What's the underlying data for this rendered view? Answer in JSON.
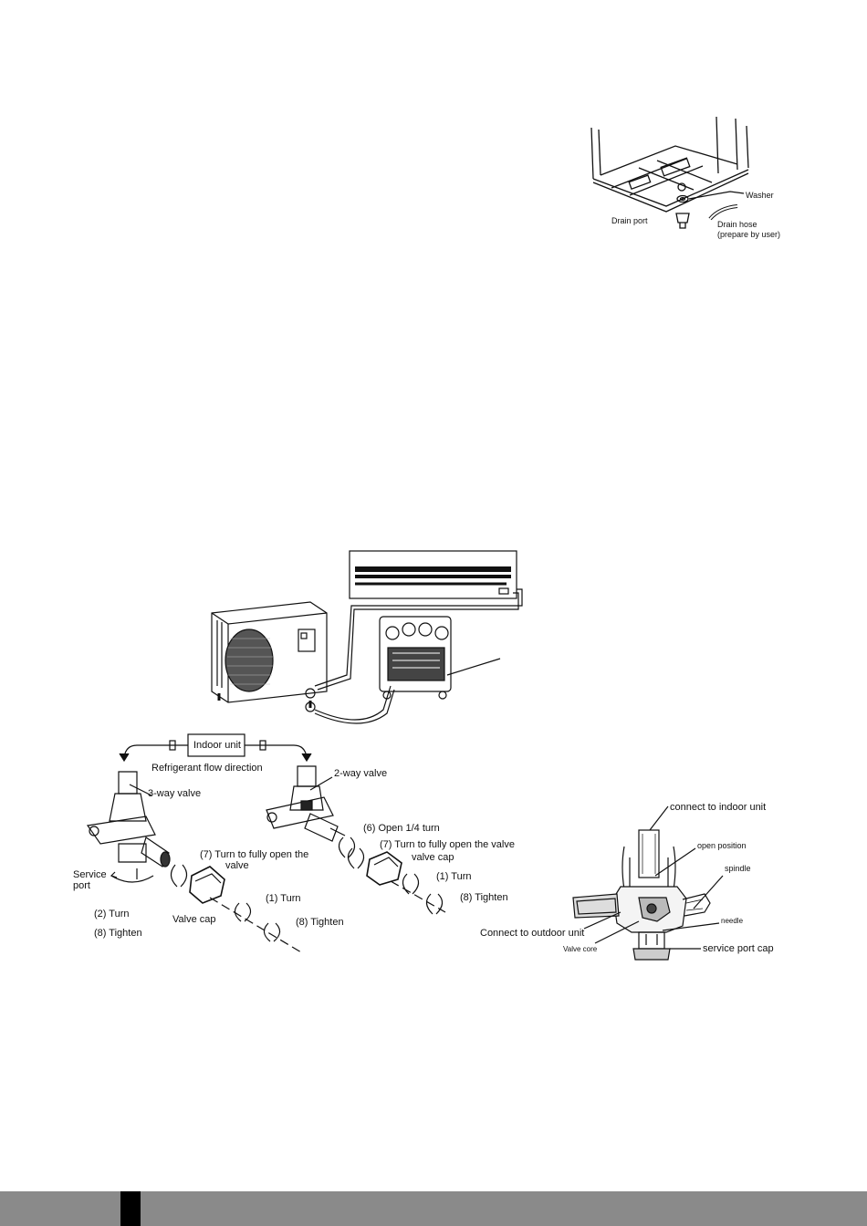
{
  "drain_figure": {
    "washer_label": "Washer",
    "drain_port_label": "Drain port",
    "drain_hose_label": "Drain hose",
    "drain_hose_note": "(prepare by user)"
  },
  "valve_figure": {
    "indoor_unit_label": "Indoor unit",
    "flow_direction_label": "Refrigerant flow direction",
    "three_way_valve_label": "3-way valve",
    "two_way_valve_label": "2-way valve",
    "service_port_label_1": "Service",
    "service_port_label_2": "port",
    "turn_2_label": "(2) Turn",
    "tighten_8_left_label": "(8) Tighten",
    "valve_cap_left_label": "Valve cap",
    "turn_open_left_label_1": "(7) Turn to fully open the",
    "turn_open_left_label_2": "valve",
    "turn_1_left_label": "(1) Turn",
    "tighten_8_mid_label": "(8) Tighten",
    "open_quarter_label": "(6) Open 1/4 turn",
    "turn_open_right_label": "(7) Turn to fully open the valve",
    "valve_cap_right_label": "valve cap",
    "turn_1_right_label": "(1) Turn",
    "tighten_8_right_label": "(8) Tighten"
  },
  "cross_section": {
    "connect_indoor_label": "connect to indoor unit",
    "open_position_label": "open position",
    "spindle_label": "spindle",
    "needle_label": "needle",
    "connect_outdoor_label": "Connect to outdoor unit",
    "valve_core_label": "Valve core",
    "service_port_cap_label": "service port cap"
  }
}
